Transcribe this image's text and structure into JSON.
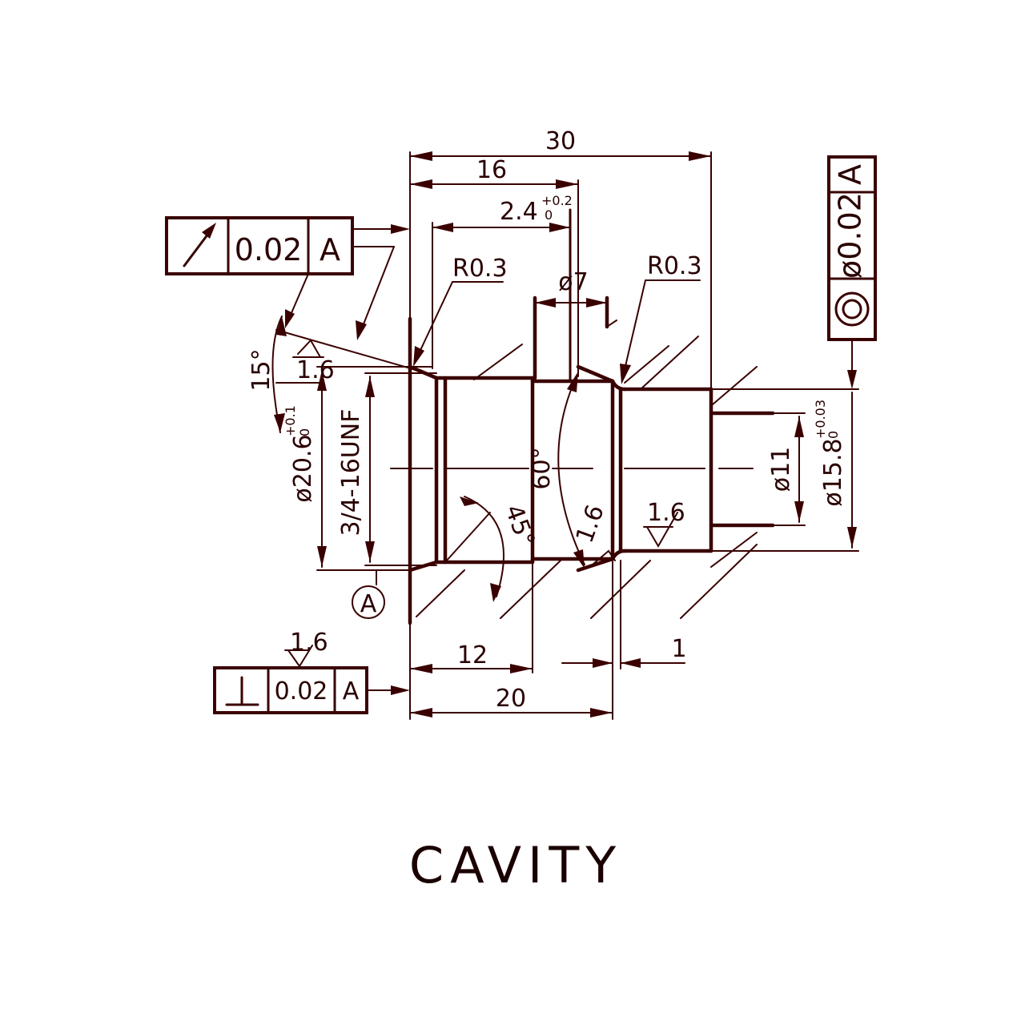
{
  "title": "CAVITY",
  "dimensions": {
    "overall_length": "30",
    "length_16": "16",
    "depth_2_4": "2.4",
    "depth_2_4_tol": "+0.2",
    "depth_2_4_tol_lower": "0",
    "radius_left": "R0.3",
    "radius_right": "R0.3",
    "dia_7": "ø7",
    "angle_15": "15°",
    "finish_left": "1.6",
    "dia_20_6": "ø20.6",
    "dia_20_6_tol": "+0.1",
    "dia_20_6_tol_lower": "0",
    "thread": "3/4-16UNF",
    "angle_60": "60°",
    "angle_45": "45°",
    "finish_mid": "1.6",
    "finish_right": "1.6",
    "dia_11": "ø11",
    "dia_15_8": "ø15.8",
    "dia_15_8_tol": "+0.03",
    "dia_15_8_tol_lower": "0",
    "length_12": "12",
    "length_1": "1",
    "length_20": "20",
    "finish_bottom": "1.6",
    "datum": "A"
  },
  "frames": {
    "runout": {
      "symbol": "runout-arrow-icon",
      "tolerance": "0.02",
      "datum": "A"
    },
    "concentricity": {
      "symbol": "concentricity-icon",
      "tolerance": "ø0.02",
      "datum": "A"
    },
    "perpendicularity": {
      "symbol": "perpendicularity-icon",
      "tolerance": "0.02",
      "datum": "A"
    }
  },
  "colors": {
    "ink": "#3a0000",
    "background": "#ffffff"
  }
}
